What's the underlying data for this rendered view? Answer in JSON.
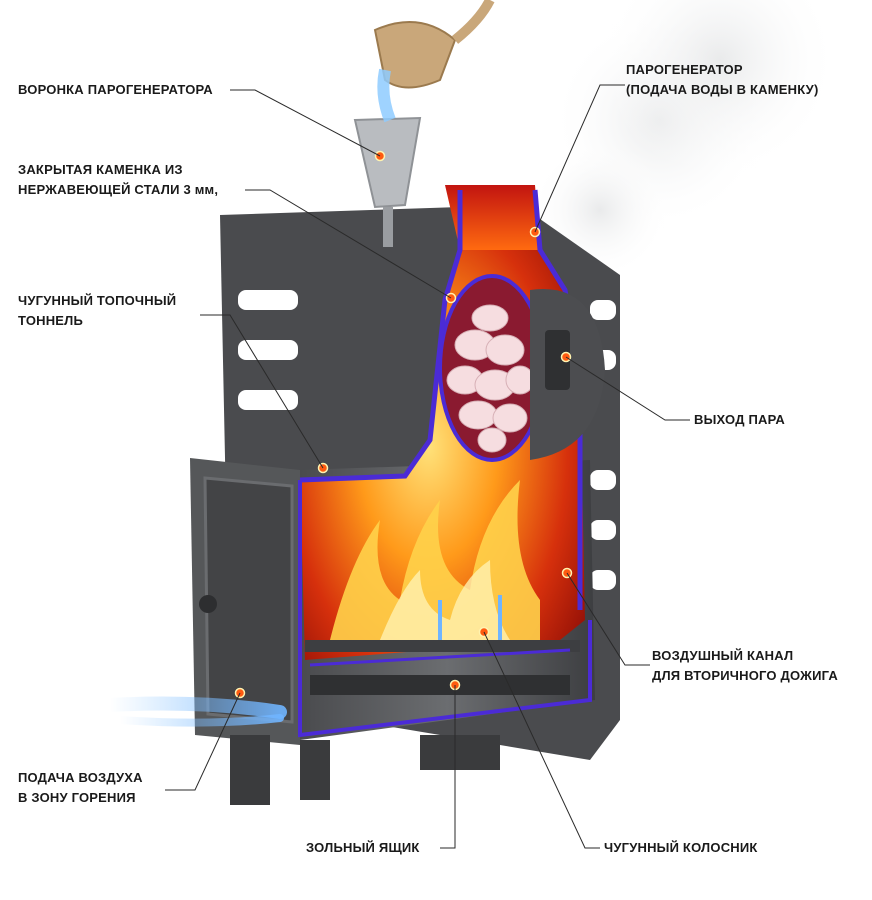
{
  "labels": {
    "funnel": [
      "ВОРОНКА ПАРОГЕНЕРАТОРА"
    ],
    "heater": [
      "ЗАКРЫТАЯ КАМЕНКА ИЗ",
      "НЕРЖАВЕЮЩЕЙ СТАЛИ 3 мм,"
    ],
    "tunnel": [
      "ЧУГУННЫЙ ТОПОЧНЫЙ",
      "ТОННЕЛЬ"
    ],
    "air_supply": [
      "ПОДАЧА ВОЗДУХА",
      "В ЗОНУ ГОРЕНИЯ"
    ],
    "ash_box": [
      "ЗОЛЬНЫЙ ЯЩИК"
    ],
    "steam_gen": [
      "ПАРОГЕНЕРАТОР",
      "(ПОДАЧА ВОДЫ В КАМЕНКУ)"
    ],
    "steam_out": [
      "ВЫХОД ПАРА"
    ],
    "air_channel": [
      "ВОЗДУШНЫЙ КАНАЛ",
      "ДЛЯ ВТОРИЧНОГО ДОЖИГА"
    ],
    "grate": [
      "ЧУГУННЫЙ КОЛОСНИК"
    ]
  },
  "colors": {
    "metal_dark": "#3a3b3d",
    "metal_mid": "#5a5c5f",
    "metal_light": "#8a8c8f",
    "fire_red": "#b0100a",
    "flame_orange": "#ff8a1a",
    "flame_yellow": "#ffd24a",
    "section_outline": "#4b2bd6",
    "marker": "#ff5a10",
    "leader": "#2a2a2a"
  }
}
